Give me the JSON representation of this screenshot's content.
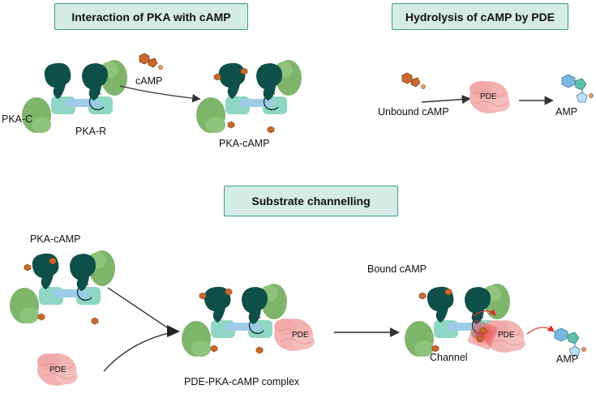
{
  "panels": {
    "pka_title": "Interaction of PKA with cAMP",
    "pde_title": "Hydrolysis of cAMP by PDE",
    "channel_title": "Substrate channelling"
  },
  "labels": {
    "pka_c": "PKA-C",
    "pka_r": "PKA-R",
    "camp_top": "cAMP",
    "pka_camp_top": "PKA-cAMP",
    "unbound_camp": "Unbound cAMP",
    "pde_top": "PDE",
    "amp_top": "AMP",
    "pka_camp_left": "PKA-cAMP",
    "pde_left": "PDE",
    "complex_pde": "PDE",
    "complex_label": "PDE-PKA-cAMP complex",
    "bound_camp": "Bound cAMP",
    "channel_pde": "PDE",
    "channel": "Channel",
    "amp_bottom": "AMP"
  },
  "colors": {
    "box_fill": "#d5ebe5",
    "box_border": "#3e9b86",
    "pka_c_dark": "#0f4f4a",
    "pka_r_light": "#8fd6c4",
    "linker_blue": "#9fcbe8",
    "green_domain": "#7fb56a",
    "camp_orange": "#c8692c",
    "pde_pink": "#f3b3b3",
    "amp_blue": "#7ab8e0",
    "channel_red": "#e23b3b"
  }
}
